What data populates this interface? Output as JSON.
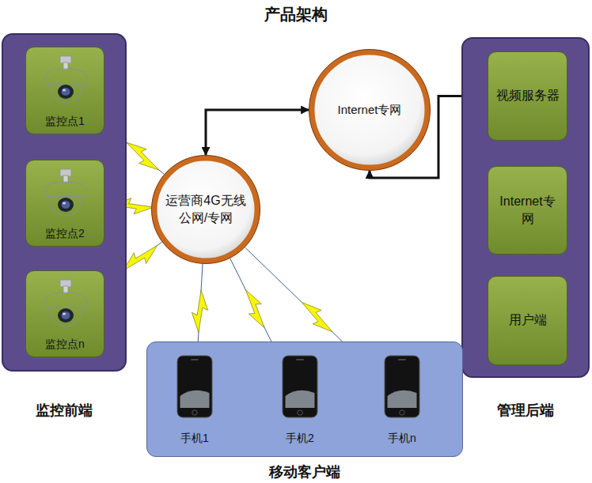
{
  "diagram": {
    "title": "产品架构",
    "nodes": [
      {
        "text": [
          "监控前端"
        ]
      },
      {
        "text": [
          "监控点1"
        ],
        "in": 0
      },
      {
        "text": [
          "监控点2"
        ],
        "in": 0
      },
      {
        "text": [
          "监控点n"
        ],
        "in": 0
      },
      {
        "text": [
          "运营商4G无线公网/专网"
        ]
      },
      {
        "text": [
          "Internet专网"
        ]
      },
      {
        "text": [
          "管理后端"
        ]
      },
      {
        "text": [
          "视频服务器"
        ],
        "in": 6
      },
      {
        "text": [
          "Internet专网"
        ],
        "in": 6
      },
      {
        "text": [
          "用户端"
        ],
        "in": 6
      },
      {
        "text": [
          "移动客户端"
        ]
      },
      {
        "text": [
          "手机1"
        ],
        "in": 10
      },
      {
        "text": [
          "手机2"
        ],
        "in": 10
      },
      {
        "text": [
          "手机n"
        ],
        "in": 10
      }
    ],
    "edges": [
      {
        "from": 1,
        "to": 4,
        "arrow": "none"
      },
      {
        "from": 2,
        "to": 4,
        "arrow": "none"
      },
      {
        "from": 3,
        "to": 4,
        "arrow": "none"
      },
      {
        "from": 4,
        "to": 11,
        "arrow": "none"
      },
      {
        "from": 4,
        "to": 12,
        "arrow": "none"
      },
      {
        "from": 4,
        "to": 13,
        "arrow": "none"
      },
      {
        "from": 4,
        "to": 5,
        "arrow": "both"
      },
      {
        "from": 5,
        "to": 7,
        "arrow": "both"
      },
      {
        "from": 7,
        "to": 8,
        "arrow": "both"
      },
      {
        "from": 8,
        "to": 9,
        "arrow": "both"
      }
    ]
  }
}
